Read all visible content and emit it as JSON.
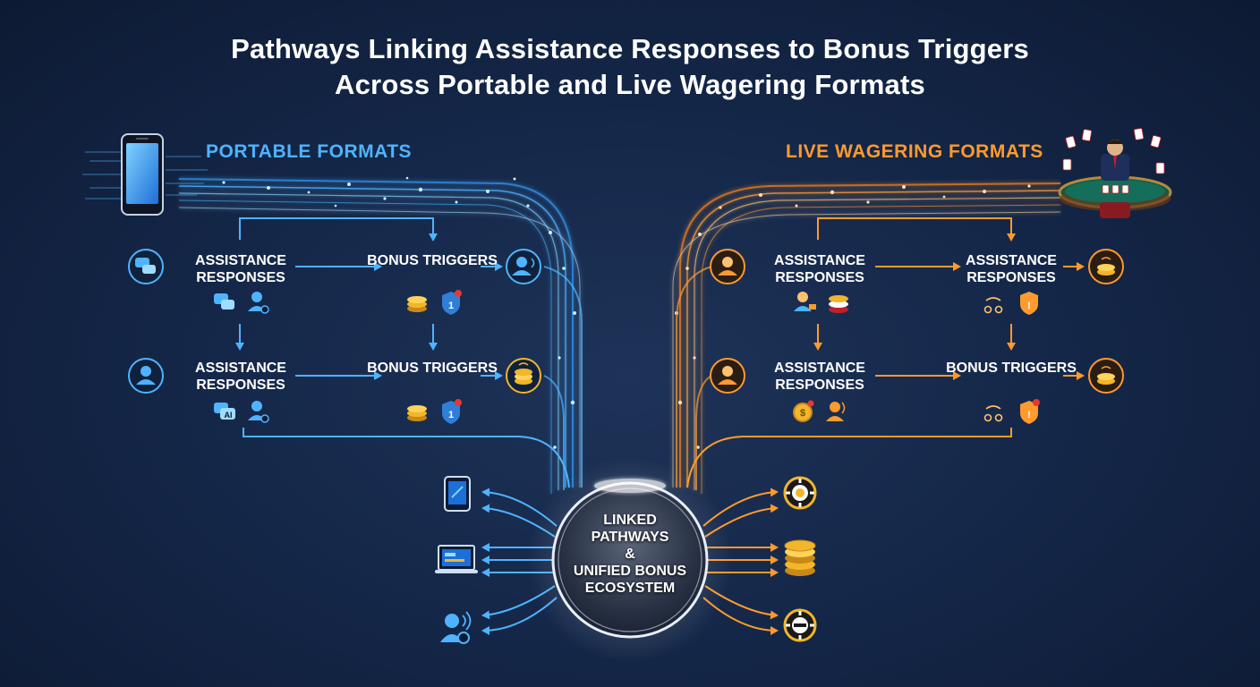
{
  "title": {
    "line1": "Pathways Linking Assistance Responses to Bonus Triggers",
    "line2": "Across Portable and Live Wagering Formats"
  },
  "portable": {
    "heading": "PORTABLE FORMATS",
    "color": "#4fb3ff",
    "rows": [
      {
        "left_label": "ASSISTANCE RESPONSES",
        "right_label": "BONUS TRIGGERS"
      },
      {
        "left_label": "ASSISTANCE RESPONSES",
        "right_label": "BONUS TRIGGERS"
      }
    ],
    "icons": [
      "smartphone-icon",
      "chat-bubbles-icon",
      "user-headset-icon",
      "coins-icon",
      "shield-alert-icon",
      "user-circle-icon",
      "ai-chat-icon",
      "coins-stack-icon"
    ],
    "ai_badge": "AI",
    "shield_badge": "1",
    "outputs": [
      "tablet-icon",
      "laptop-icon",
      "user-support-icon"
    ]
  },
  "live": {
    "heading": "LIVE WAGERING FORMATS",
    "color": "#ff9a2e",
    "rows": [
      {
        "left_label": "ASSISTANCE RESPONSES",
        "right_label": "ASSISTANCE RESPONSES"
      },
      {
        "left_label": "ASSISTANCE RESPONSES",
        "right_label": "BONUS TRIGGERS"
      }
    ],
    "icons": [
      "dealer-table-icon",
      "agent-icon",
      "chip-stack-icon",
      "shield-alert-icon",
      "coin-dollar-icon",
      "user-alert-icon"
    ],
    "shield_badge": "!",
    "coin_badge": "$",
    "outputs": [
      "casino-chip-icon",
      "chip-stack-icon",
      "casino-chip-icon"
    ]
  },
  "hub": {
    "line1": "LINKED",
    "line2": "PATHWAYS",
    "line3": "&",
    "line4": "UNIFIED BONUS",
    "line5": "ECOSYSTEM"
  },
  "colors": {
    "background": "#15284a",
    "blue_accent": "#4fb3ff",
    "orange_accent": "#ff9a2e",
    "gold": "#f2b62a"
  }
}
